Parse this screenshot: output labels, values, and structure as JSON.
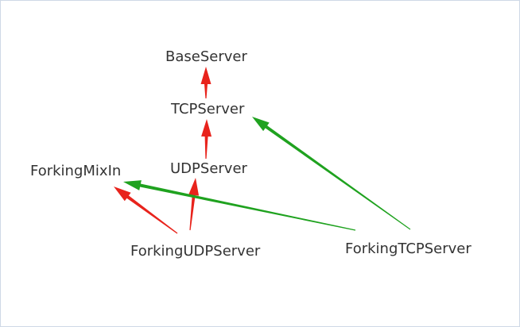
{
  "nodes": {
    "base_server": "BaseServer",
    "tcp_server": "TCPServer",
    "udp_server": "UDPServer",
    "forking_mixin": "ForkingMixIn",
    "forking_udp_server": "ForkingUDPServer",
    "forking_tcp_server": "ForkingTCPServer"
  },
  "edges": [
    {
      "from": "tcp_server",
      "to": "base_server",
      "color": "#e8231c"
    },
    {
      "from": "udp_server",
      "to": "tcp_server",
      "color": "#e8231c"
    },
    {
      "from": "forking_udp_server",
      "to": "udp_server",
      "color": "#e8231c"
    },
    {
      "from": "forking_udp_server",
      "to": "forking_mixin",
      "color": "#e8231c"
    },
    {
      "from": "forking_tcp_server",
      "to": "forking_mixin",
      "color": "#1fa21f"
    },
    {
      "from": "forking_tcp_server",
      "to": "tcp_server",
      "color": "#1fa21f"
    }
  ],
  "colors": {
    "inherit_arrow": "#e8231c",
    "mixin_arrow": "#1fa21f",
    "text": "#333333"
  }
}
